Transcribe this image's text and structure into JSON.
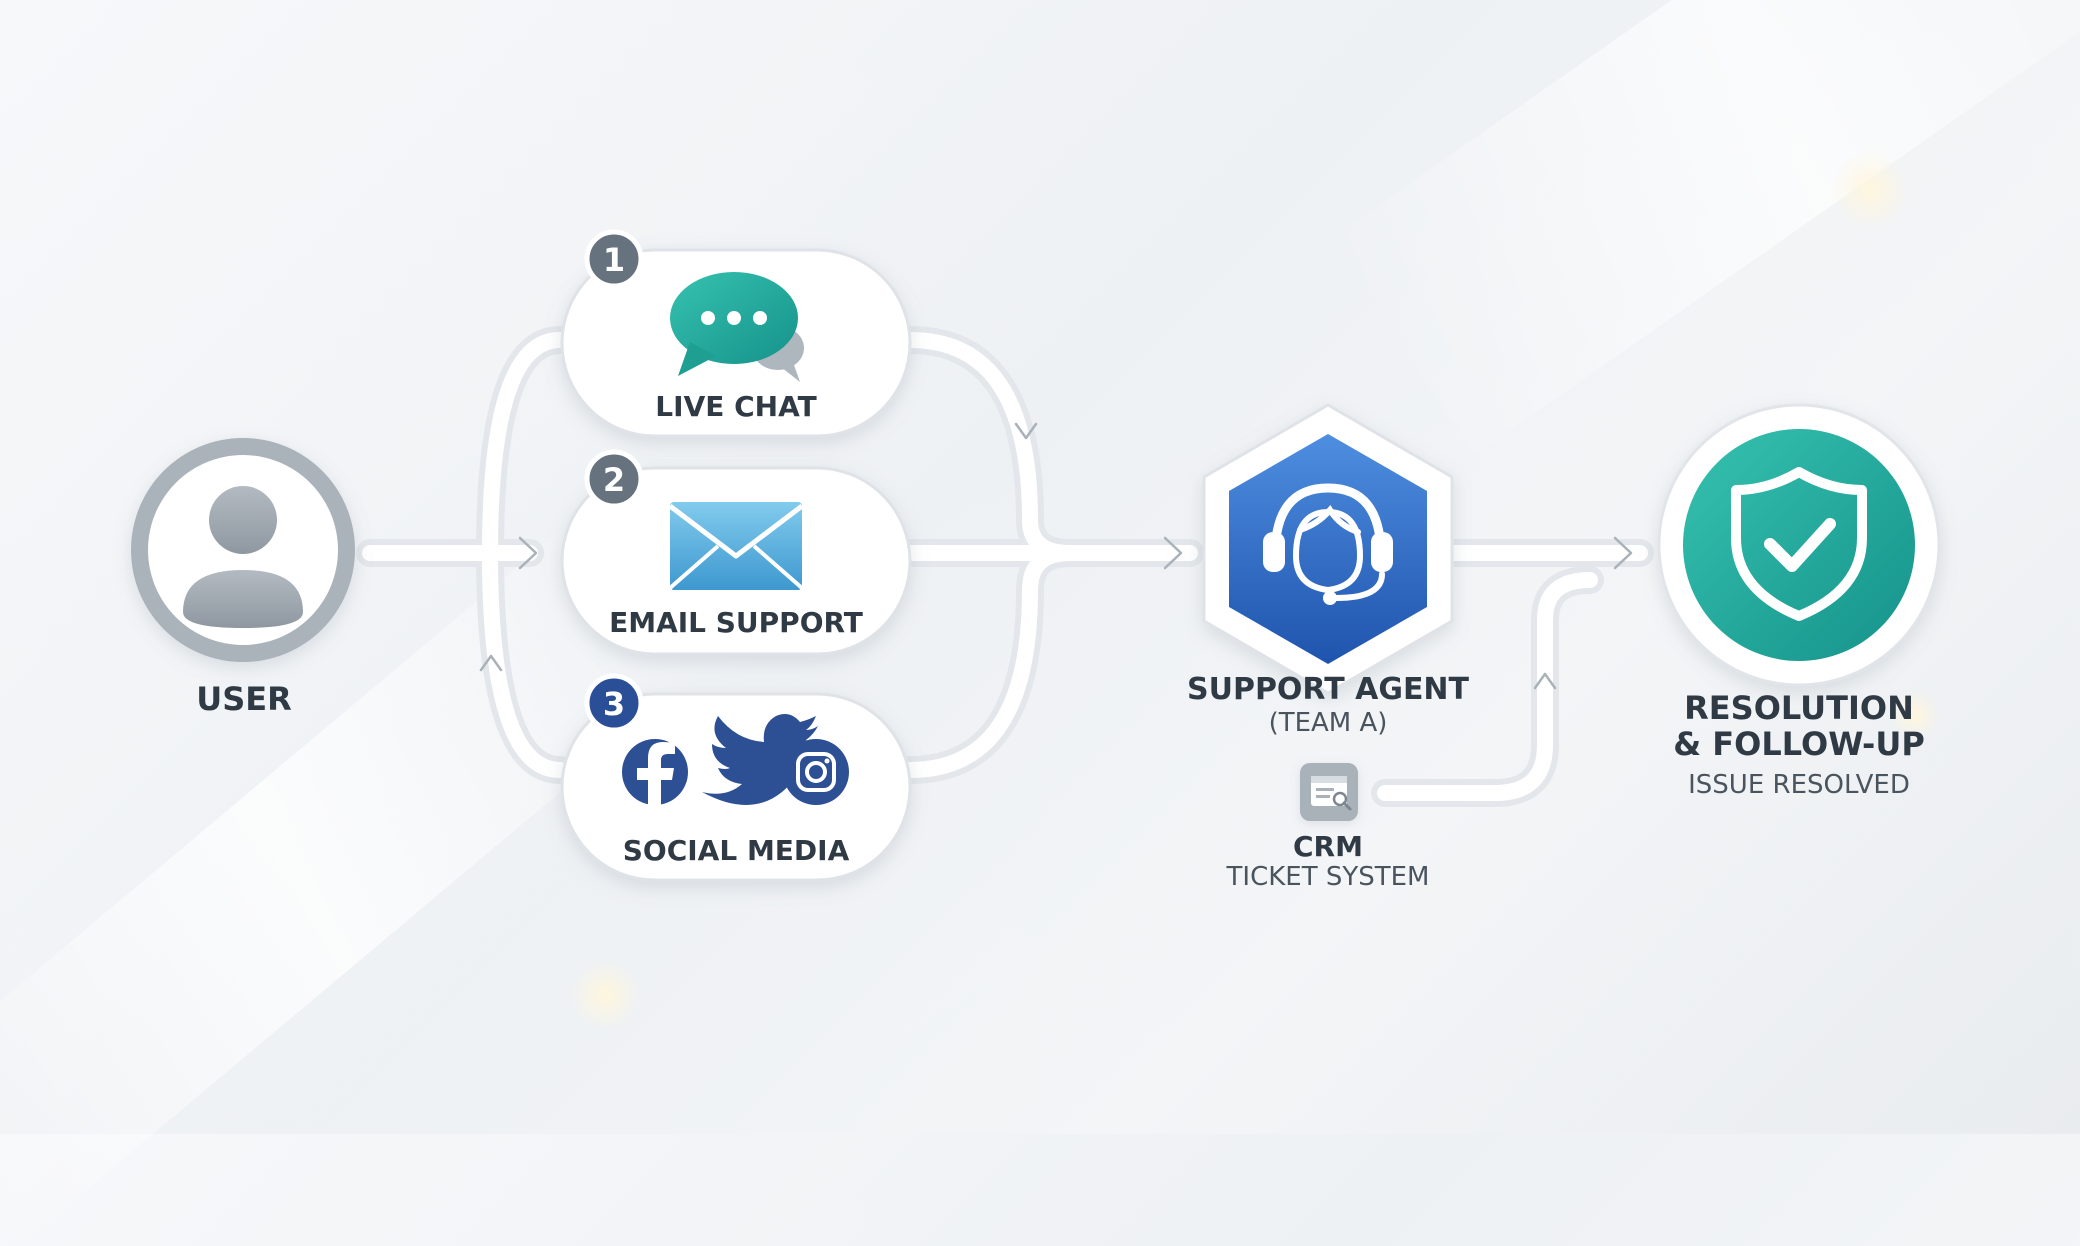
{
  "nodes": {
    "user": {
      "label": "USER"
    },
    "channels": [
      {
        "number": "1",
        "label": "LIVE CHAT",
        "icon": "chat-bubble-icon"
      },
      {
        "number": "2",
        "label": "EMAIL SUPPORT",
        "icon": "envelope-icon"
      },
      {
        "number": "3",
        "label": "SOCIAL MEDIA",
        "icon": "social-icons"
      }
    ],
    "agent": {
      "label": "SUPPORT AGENT",
      "sublabel": "(TEAM A)",
      "icon": "headset-icon"
    },
    "crm": {
      "label": "CRM",
      "sublabel": "TICKET SYSTEM",
      "icon": "ticket-icon"
    },
    "resolution": {
      "label_line1": "RESOLUTION",
      "label_line2": "& FOLLOW-UP",
      "sublabel": "ISSUE RESOLVED",
      "icon": "shield-check-icon"
    }
  },
  "colors": {
    "teal": "#1fa79a",
    "blue": "#2c63bd",
    "email_blue": "#5fb3e0",
    "badge_gray": "#66727e",
    "badge_blue": "#2a4f96",
    "social_blue": "#2d4f94",
    "line": "#e4e8ec"
  }
}
